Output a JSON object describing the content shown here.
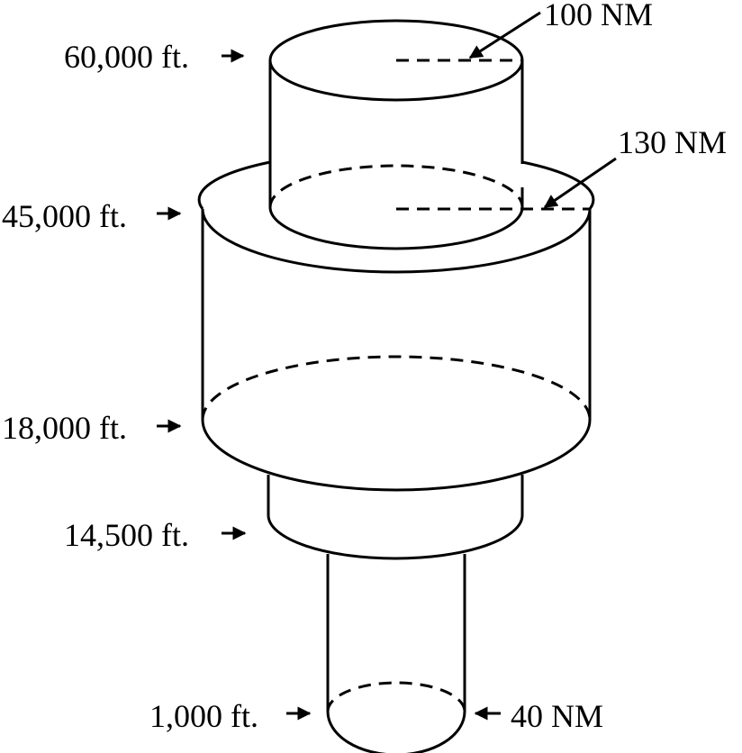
{
  "altitude_labels": [
    {
      "id": "alt-60000",
      "text": "60,000 ft."
    },
    {
      "id": "alt-45000",
      "text": "45,000 ft."
    },
    {
      "id": "alt-18000",
      "text": "18,000 ft."
    },
    {
      "id": "alt-14500",
      "text": "14,500 ft."
    },
    {
      "id": "alt-1000",
      "text": "1,000 ft."
    }
  ],
  "radius_labels": [
    {
      "id": "radius-100",
      "text": "100 NM"
    },
    {
      "id": "radius-130",
      "text": "130 NM"
    },
    {
      "id": "radius-40",
      "text": "40 NM"
    }
  ],
  "colors": {
    "ink": "#000000",
    "background": "#ffffff"
  }
}
